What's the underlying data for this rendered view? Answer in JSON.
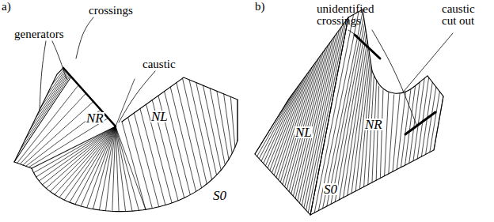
{
  "diagram": {
    "labels": [
      "a)",
      "generators",
      "crossings",
      "caustic",
      "NR",
      "NL",
      "S0",
      "b)",
      "unidentified crossings",
      "caustic cut out",
      "NL",
      "NR",
      "S0"
    ]
  }
}
